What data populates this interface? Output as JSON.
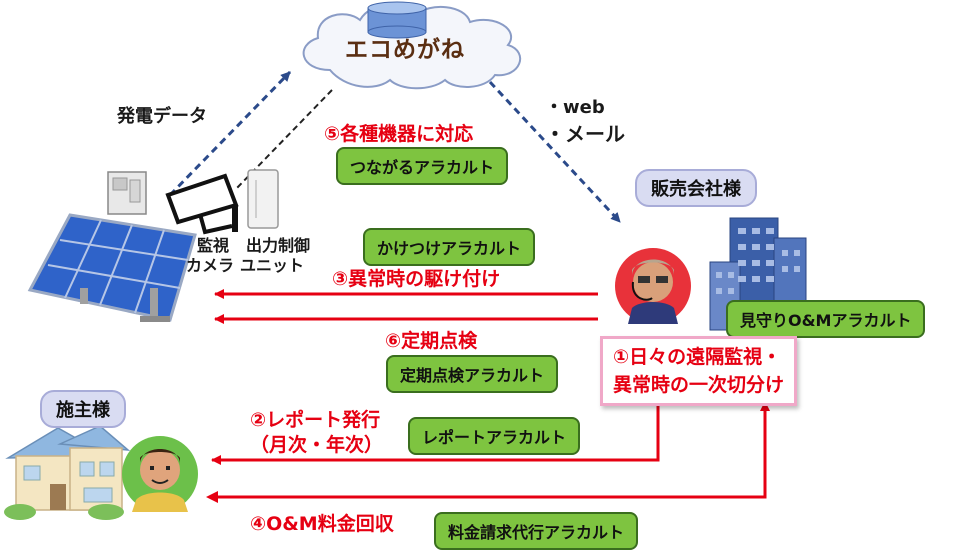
{
  "diagram": {
    "cloud_title": "エコめがね",
    "power_data_label": "発電データ",
    "web_label": "・web",
    "mail_label": "・メール",
    "item5_label": "⑤各種機器に対応",
    "connect_alacarte": "つながるアラカルト",
    "monitor_camera_line1": "監視",
    "monitor_camera_line2": "カメラ",
    "output_control_line1": "出力制御",
    "output_control_line2": "ユニット",
    "kaketsuke_alacarte": "かけつけアラカルト",
    "item3_label": "③異常時の駆け付け",
    "item6_label": "⑥定期点検",
    "inspection_alacarte": "定期点検アラカルト",
    "sales_company": "販売会社様",
    "mimamori_alacarte": "見守りO&Mアラカルト",
    "item1_line1": "①日々の遠隔監視・",
    "item1_line2": "異常時の一次切分け",
    "owner_label": "施主様",
    "item2_line1": "②レポート発行",
    "item2_line2": "（月次・年次）",
    "report_alacarte": "レポートアラカルト",
    "item4_label": "④O&M料金回収",
    "billing_alacarte": "料金請求代行アラカルト"
  },
  "colors": {
    "red_arrow": "#e60012",
    "blue_dashed": "#2b4a8a",
    "pill_green": "#7ec440",
    "pill_lavender": "#d9dcf2",
    "box_border_pink": "#f0a8c8"
  }
}
